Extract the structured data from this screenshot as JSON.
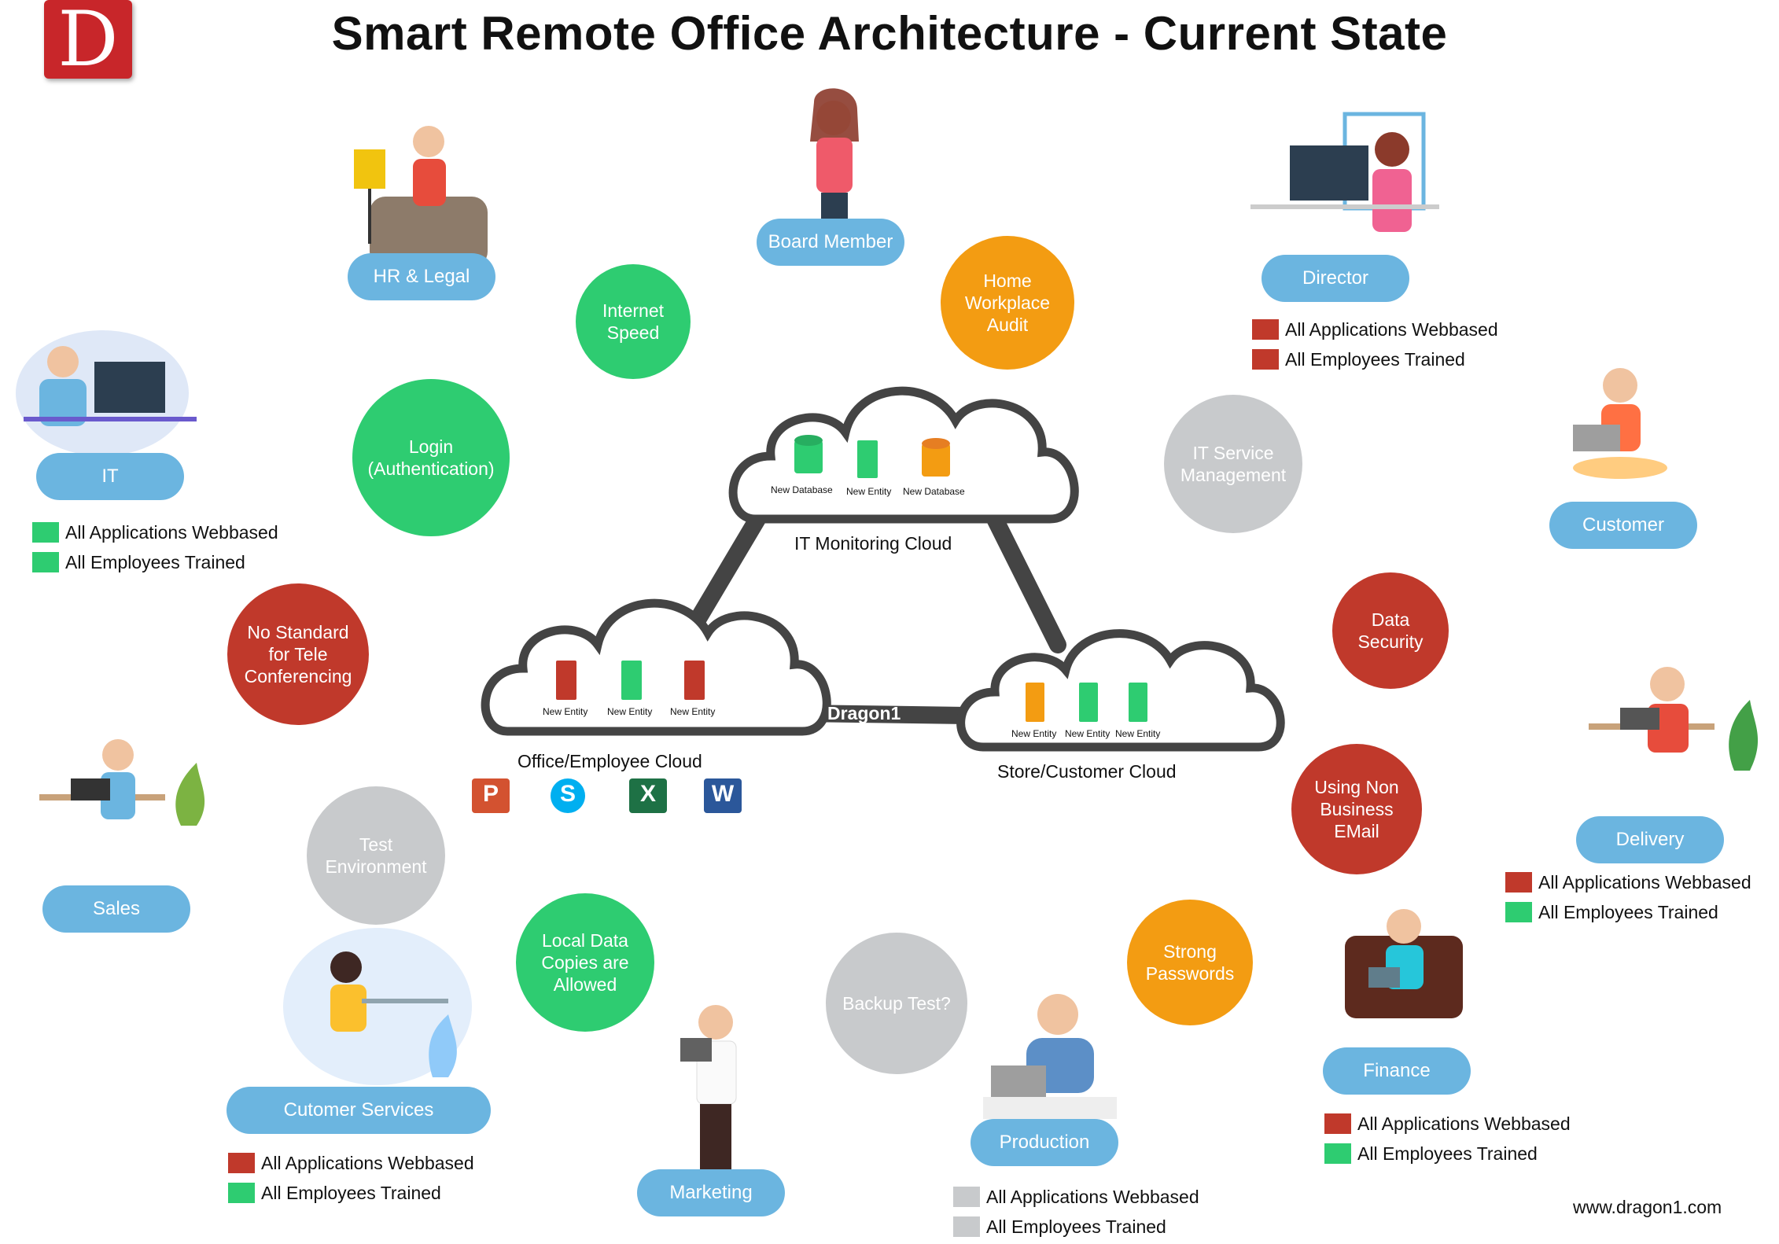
{
  "title": "Smart Remote Office Architecture - Current State",
  "logo_letter": "D",
  "footer": "www.dragon1.com",
  "colors": {
    "pill": "#6bb5e0",
    "red": "#c0392b",
    "green": "#2ecc71",
    "orange": "#f39c12",
    "grey": "#c8cacc"
  },
  "roles": {
    "hr": "HR & Legal",
    "board": "Board Member",
    "director": "Director",
    "it": "IT",
    "customer": "Customer",
    "sales": "Sales",
    "delivery": "Delivery",
    "customer_services": "Cutomer Services",
    "marketing": "Marketing",
    "production": "Production",
    "finance": "Finance"
  },
  "topics": {
    "internet_speed": "Internet\nSpeed",
    "home_audit": "Home\nWorkplace\nAudit",
    "login": "Login\n(Authentication)",
    "it_service": "IT Service\nManagement",
    "no_standard": "No Standard\nfor  Tele\nConferencing",
    "data_security": "Data\nSecurity",
    "non_business_email": "Using Non\nBusiness\nEMail",
    "test_env": "Test\nEnvironment",
    "local_copies": "Local Data\nCopies are\nAllowed",
    "backup_test": "Backup Test?",
    "strong_passwords": "Strong\nPasswords"
  },
  "legend_labels": {
    "apps": "All Applications Webbased",
    "trained": "All Employees Trained"
  },
  "clouds": {
    "it_monitoring": {
      "name": "IT Monitoring Cloud",
      "items": [
        "New Database",
        "New Entity",
        "New Database"
      ]
    },
    "office": {
      "name": "Office/Employee Cloud",
      "items": [
        "New Entity",
        "New Entity",
        "New Entity"
      ]
    },
    "store": {
      "name": "Store/Customer Cloud",
      "items": [
        "New Entity",
        "New Entity",
        "New Entity"
      ]
    }
  },
  "link_label": "Dragon1",
  "app_icons": {
    "powerpoint": "P",
    "skype": "S",
    "excel": "X",
    "word": "W"
  }
}
